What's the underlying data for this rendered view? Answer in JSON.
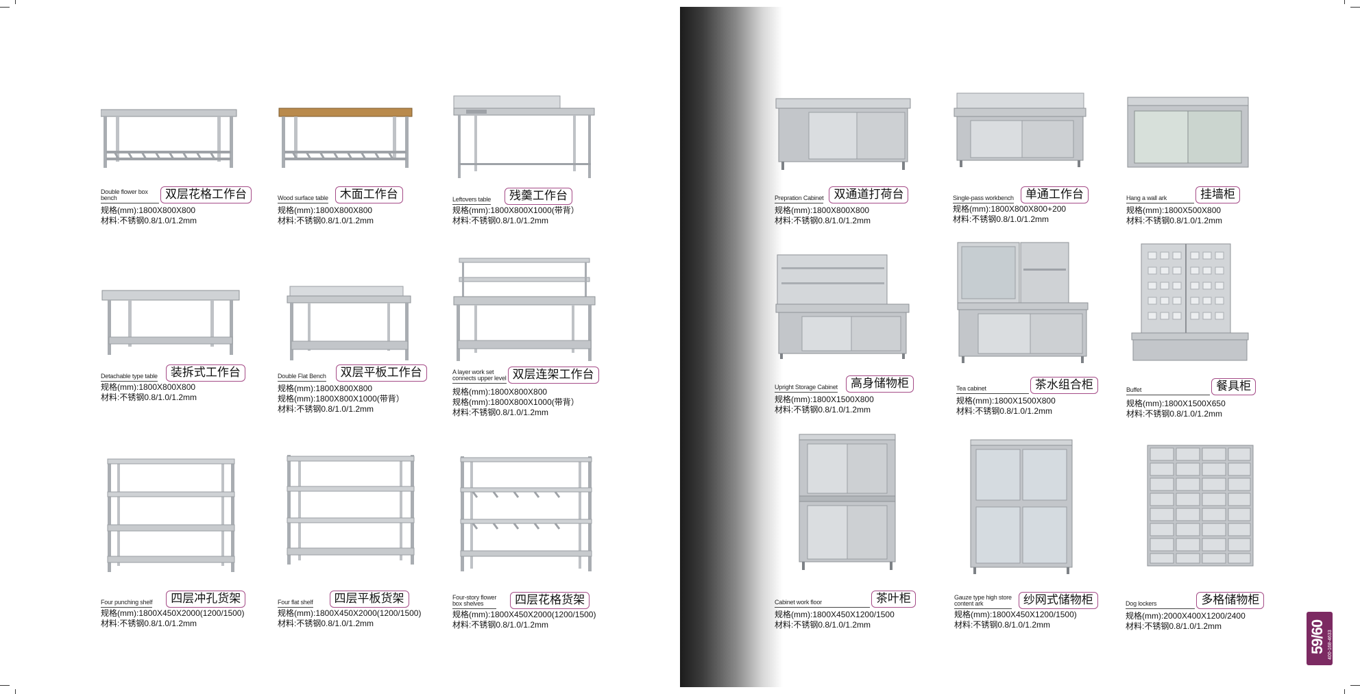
{
  "left_page": {
    "products": [
      {
        "en": "Double flower box bench",
        "zh": "双层花格工作台",
        "specs": [
          "规格(mm):1800X800X800",
          "材料:不锈钢0.8/1.0/1.2mm"
        ]
      },
      {
        "en": "Wood surface table",
        "zh": "木面工作台",
        "specs": [
          "规格(mm):1800X800X800",
          "材料:不锈钢0.8/1.0/1.2mm"
        ]
      },
      {
        "en": "Leftovers table",
        "zh": "残羹工作台",
        "specs": [
          "规格(mm):1800X800X1000(带背）",
          "材料:不锈钢0.8/1.0/1.2mm"
        ]
      },
      {
        "en": "Detachable type table",
        "zh": "装拆式工作台",
        "specs": [
          "规格(mm):1800X800X800",
          "材料:不锈钢0.8/1.0/1.2mm"
        ]
      },
      {
        "en": "Double Flat Bench",
        "zh": "双层平板工作台",
        "specs": [
          "规格(mm):1800X800X800",
          "规格(mm):1800X800X1000(带背）",
          "材料:不锈钢0.8/1.0/1.2mm"
        ]
      },
      {
        "en": "A layer work set\nconnects upper level",
        "zh": "双层连架工作台",
        "specs": [
          "规格(mm):1800X800X800",
          "规格(mm):1800X800X1000(带背）",
          "材料:不锈钢0.8/1.0/1.2mm"
        ]
      },
      {
        "en": "Four punching shelf",
        "zh": "四层冲孔货架",
        "specs": [
          "规格(mm):1800X450X2000(1200/1500)",
          "材料:不锈钢0.8/1.0/1.2mm"
        ]
      },
      {
        "en": "Four flat shelf",
        "zh": "四层平板货架",
        "specs": [
          "规格(mm):1800X450X2000(1200/1500)",
          "材料:不锈钢0.8/1.0/1.2mm"
        ]
      },
      {
        "en": "Four-story flower\nbox shelves",
        "zh": "四层花格货架",
        "specs": [
          "规格(mm):1800X450X2000(1200/1500)",
          "材料:不锈钢0.8/1.0/1.2mm"
        ]
      }
    ]
  },
  "right_page": {
    "products": [
      {
        "en": "Prepration Cabinet",
        "zh": "双通道打荷台",
        "specs": [
          "规格(mm):1800X800X800",
          "材料:不锈钢0.8/1.0/1.2mm"
        ]
      },
      {
        "en": "Single-pass workbench",
        "zh": "单通工作台",
        "specs": [
          "规格(mm):1800X800X800+200",
          "材料:不锈钢0.8/1.0/1.2mm"
        ]
      },
      {
        "en": "Hang a wall ark",
        "zh": "挂墙柜",
        "specs": [
          "规格(mm):1800X500X800",
          "材料:不锈钢0.8/1.0/1.2mm"
        ]
      },
      {
        "en": "Upright Storage Cabinet",
        "zh": "高身储物柜",
        "specs": [
          "规格(mm):1800X1500X800",
          "材料:不锈钢0.8/1.0/1.2mm"
        ]
      },
      {
        "en": "Tea cabinet",
        "zh": "茶水组合柜",
        "specs": [
          "规格(mm):1800X1500X800",
          "材料:不锈钢0.8/1.0/1.2mm"
        ]
      },
      {
        "en": "Buffet",
        "zh": "餐具柜",
        "specs": [
          "规格(mm):1800X1500X650",
          "材料:不锈钢0.8/1.0/1.2mm"
        ]
      },
      {
        "en": "Cabinet work floor",
        "zh": "茶叶柜",
        "specs": [
          "规格(mm):1800X450X1200/1500",
          "材料:不锈钢0.8/1.0/1.2mm"
        ]
      },
      {
        "en": "Gauze type high store\ncontent ark",
        "zh": "纱网式储物柜",
        "specs": [
          "规格(mm):1800X450X1200/1500)",
          "材料:不锈钢0.8/1.0/1.2mm"
        ]
      },
      {
        "en": "Dog lockers",
        "zh": "多格储物柜",
        "specs": [
          "规格(mm):2000X400X1200/2400",
          "材料:不锈钢0.8/1.0/1.2mm"
        ]
      }
    ]
  },
  "page_badge": {
    "number": "59/60",
    "phone": "400-168-4633"
  },
  "colors": {
    "accent": "#a44a86",
    "badge": "#7c2a62",
    "steel": "#b9bcc0"
  }
}
